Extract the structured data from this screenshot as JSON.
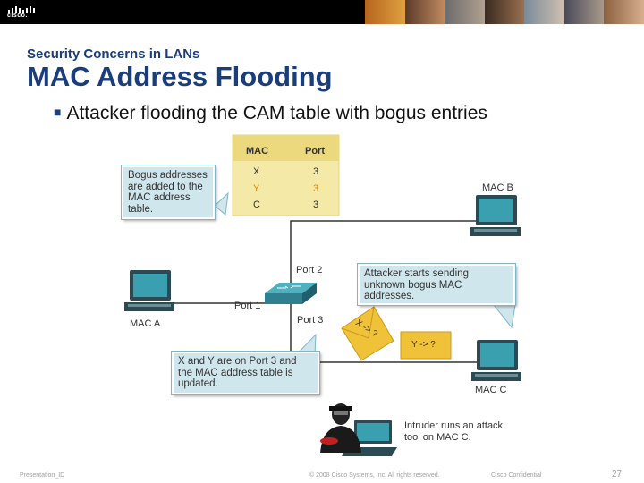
{
  "header": {
    "logo_text": "cisco.",
    "colors": {
      "bar": "#000000",
      "title": "#1a3d7c"
    }
  },
  "slide": {
    "subtitle": "Security Concerns in LANs",
    "title": "MAC Address Flooding",
    "bullet": "Attacker flooding the CAM table with bogus entries"
  },
  "diagram": {
    "table": {
      "headers": [
        "MAC",
        "Port"
      ],
      "rows": [
        {
          "mac": "X",
          "port": "3"
        },
        {
          "mac": "Y",
          "port": "3"
        },
        {
          "mac": "C",
          "port": "3"
        }
      ],
      "highlight_color": "#e8a200"
    },
    "callouts": {
      "bogus": "Bogus addresses are added to the MAC address table.",
      "attacker": "Attacker starts sending unknown bogus MAC addresses.",
      "ports": "X and Y are on Port 3 and the MAC address table is updated."
    },
    "labels": {
      "mac_a": "MAC A",
      "mac_b": "MAC B",
      "mac_c": "MAC C",
      "port1": "Port 1",
      "port2": "Port 2",
      "port3": "Port 3",
      "frame1": "X -> ?",
      "frame2": "Y -> ?",
      "intruder": "Intruder runs an attack tool on MAC C."
    }
  },
  "footer": {
    "presentation": "Presentation_ID",
    "copyright": "© 2008 Cisco Systems, Inc. All rights reserved.",
    "confidential": "Cisco Confidential",
    "page": "27"
  }
}
